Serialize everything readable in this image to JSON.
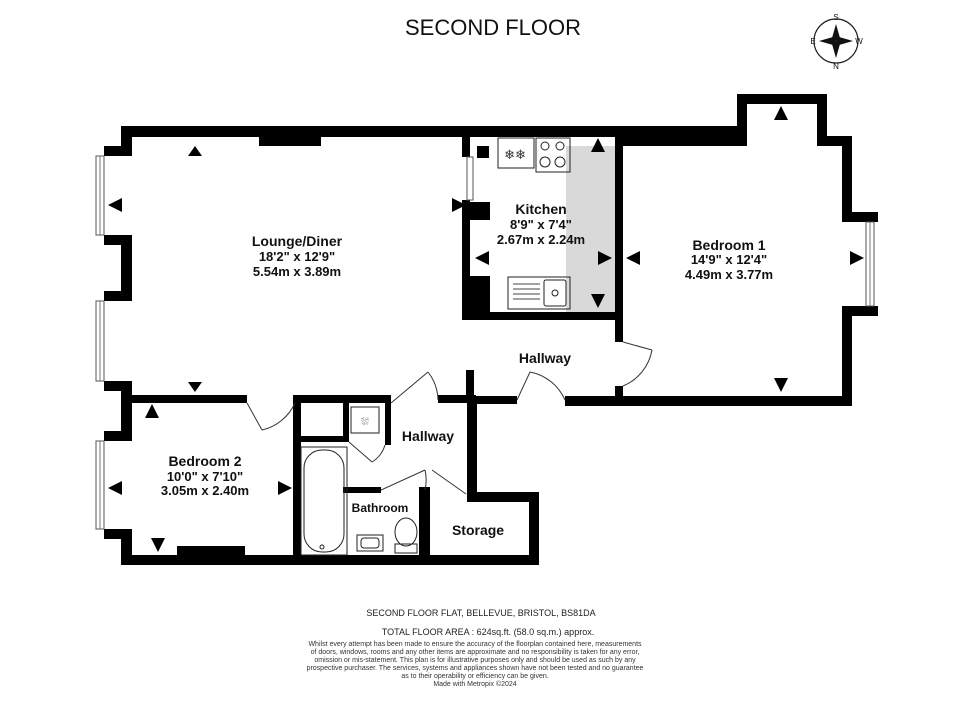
{
  "title": "SECOND FLOOR",
  "compass": {
    "n": "N",
    "s": "S",
    "e": "E",
    "w": "W"
  },
  "rooms": {
    "lounge": {
      "name": "Lounge/Diner",
      "imperial": "18'2\"  x 12'9\"",
      "metric": "5.54m  x 3.89m"
    },
    "kitchen": {
      "name": "Kitchen",
      "imperial": "8'9\"  x 7'4\"",
      "metric": "2.67m  x 2.24m"
    },
    "bedroom1": {
      "name": "Bedroom 1",
      "imperial": "14'9\"  x 12'4\"",
      "metric": "4.49m  x 3.77m"
    },
    "bedroom2": {
      "name": "Bedroom 2",
      "imperial": "10'0\"  x 7'10\"",
      "metric": "3.05m  x 2.40m"
    },
    "hallway_main": {
      "name": "Hallway"
    },
    "hallway_inner": {
      "name": "Hallway"
    },
    "bathroom": {
      "name": "Bathroom"
    },
    "storage": {
      "name": "Storage"
    }
  },
  "footer": {
    "address": "SECOND FLOOR FLAT, BELLEVUE, BRISTOL, BS81DA",
    "area": "TOTAL FLOOR AREA : 624sq.ft. (58.0 sq.m.) approx.",
    "disclaimer_lines": [
      "Whilst every attempt has been made to ensure the accuracy of the floorplan contained here, measurements",
      "of doors, windows, rooms and any other items are approximate and no responsibility is taken for any error,",
      "omission or mis-statement. This plan is for illustrative purposes only and should be used as such by any",
      "prospective purchaser. The services, systems and appliances shown have not been tested and no guarantee",
      "as to their operability or efficiency can be given.",
      "Made with Metropix ©2024"
    ]
  }
}
